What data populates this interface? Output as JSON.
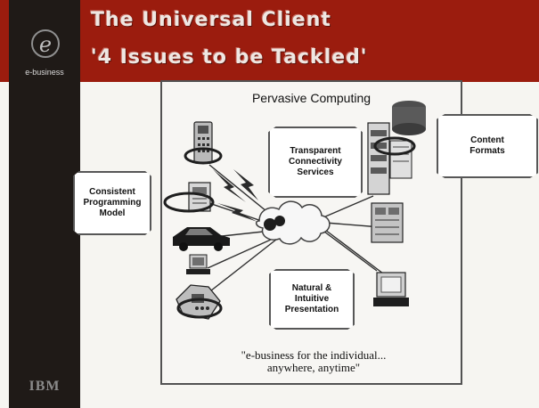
{
  "title": {
    "line1": "The Universal Client",
    "line2": "'4 Issues to be Tackled'"
  },
  "brand": {
    "label": "e-business",
    "company": "IBM"
  },
  "diagram": {
    "heading": "Pervasive Computing",
    "quote_line1": "\"e-business for the individual...",
    "quote_line2": "anywhere, anytime\"",
    "cards": {
      "transparent": "Transparent\nConnectivity\nServices",
      "content": "Content\nFormats",
      "consistent": "Consistent\nProgramming\nModel",
      "natural": "Natural &\nIntuitive\nPresentation"
    }
  },
  "colors": {
    "accent_red": "#9b1c0e",
    "sidebar_black": "#1f1a17",
    "border_gray": "#575757"
  },
  "icons": [
    "phone-icon",
    "printer-icon",
    "car-icon",
    "computer-icon",
    "telephone-icon",
    "server-icon",
    "monitor-icon",
    "cloud-icon",
    "lightning-icon"
  ]
}
